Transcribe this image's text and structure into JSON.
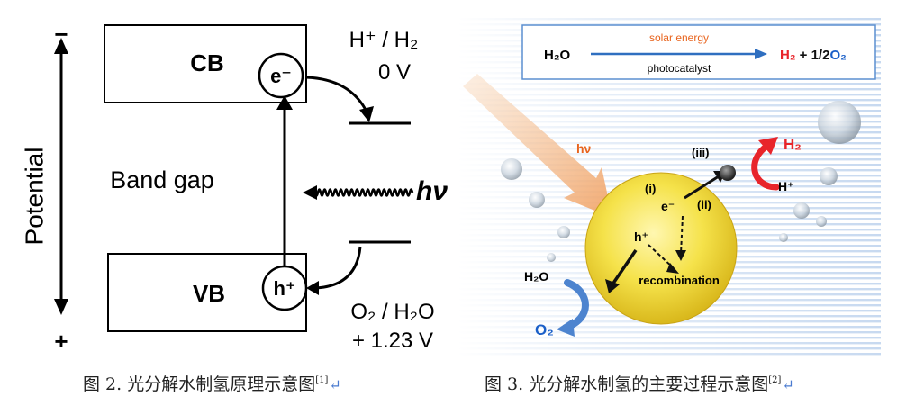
{
  "left_figure": {
    "cb_label": "CB",
    "vb_label": "VB",
    "electron": "e⁻",
    "hole": "h⁺",
    "h_couple": "H⁺ / H₂",
    "h_potential": "0 V",
    "o_couple": "O₂ / H₂O",
    "o_potential": "+ 1.23 V",
    "band_gap": "Band gap",
    "light": "hν",
    "axis_label": "Potential",
    "axis_minus": "−",
    "axis_plus": "+"
  },
  "right_figure": {
    "reactant": "H₂O",
    "condition_top": "solar energy",
    "condition_bottom": "photocatalyst",
    "product_h2": "H₂",
    "product_plus": " + 1/2",
    "product_o2": "O₂",
    "light": "hν",
    "step_i": "(i)",
    "step_ii": "(ii)",
    "step_iii": "(iii)",
    "electron": "e⁻",
    "hole": "h⁺",
    "recombination": "recombination",
    "h2": "H₂",
    "h_plus": "H⁺",
    "h2o": "H₂O",
    "o2": "O₂"
  },
  "captions": {
    "left_text": "图 2. 光分解水制氢原理示意图",
    "left_ref": "[1]",
    "right_text": "图 3. 光分解水制氢的主要过程示意图",
    "right_ref": "[2]",
    "return_mark": "↵"
  },
  "colors": {
    "h2_red": "#e8252b",
    "o2_blue": "#1a5fc8",
    "solar_orange": "#e8641e",
    "arrow_blue": "#2f6fc0",
    "particle_yellow": "#f5e24a"
  }
}
